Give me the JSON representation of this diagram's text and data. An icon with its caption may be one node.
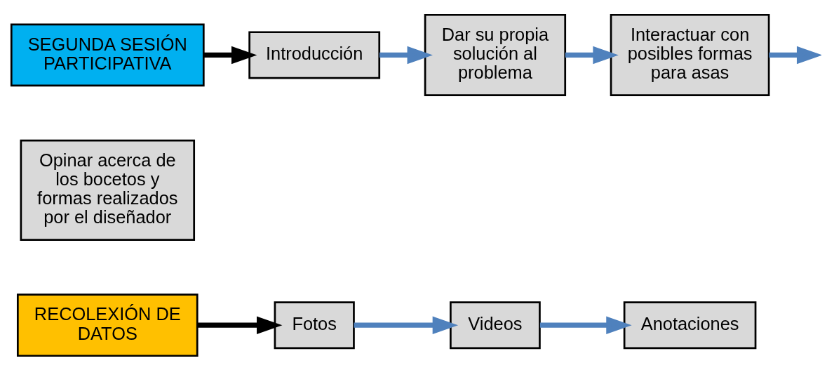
{
  "diagram": {
    "nodes": [
      {
        "text": [
          "SEGUNDA SESIÓN PARTICIPATIVA"
        ]
      },
      {
        "text": [
          "Introducción"
        ]
      },
      {
        "text": [
          "Dar su propia solución al problema"
        ]
      },
      {
        "text": [
          "Interactuar con posibles formas para asas"
        ]
      },
      {
        "text": [
          "Opinar acerca de los bocetos y formas realizados por el diseñador"
        ]
      },
      {
        "text": [
          "RECOLEXIÓN DE DATOS"
        ]
      },
      {
        "text": [
          "Fotos"
        ]
      },
      {
        "text": [
          "Videos"
        ]
      },
      {
        "text": [
          "Anotaciones"
        ]
      }
    ],
    "edges": [
      {
        "from": 0,
        "to": 1,
        "arrow": "to",
        "color": "#000000"
      },
      {
        "from": 1,
        "to": 2,
        "arrow": "to"
      },
      {
        "from": 2,
        "to": 3,
        "arrow": "to"
      },
      {
        "from": 3,
        "to": null,
        "arrow": "to"
      },
      {
        "from": 5,
        "to": 6,
        "arrow": "to",
        "color": "#000000"
      },
      {
        "from": 6,
        "to": 7,
        "arrow": "to"
      },
      {
        "from": 7,
        "to": 8,
        "arrow": "to"
      }
    ]
  }
}
